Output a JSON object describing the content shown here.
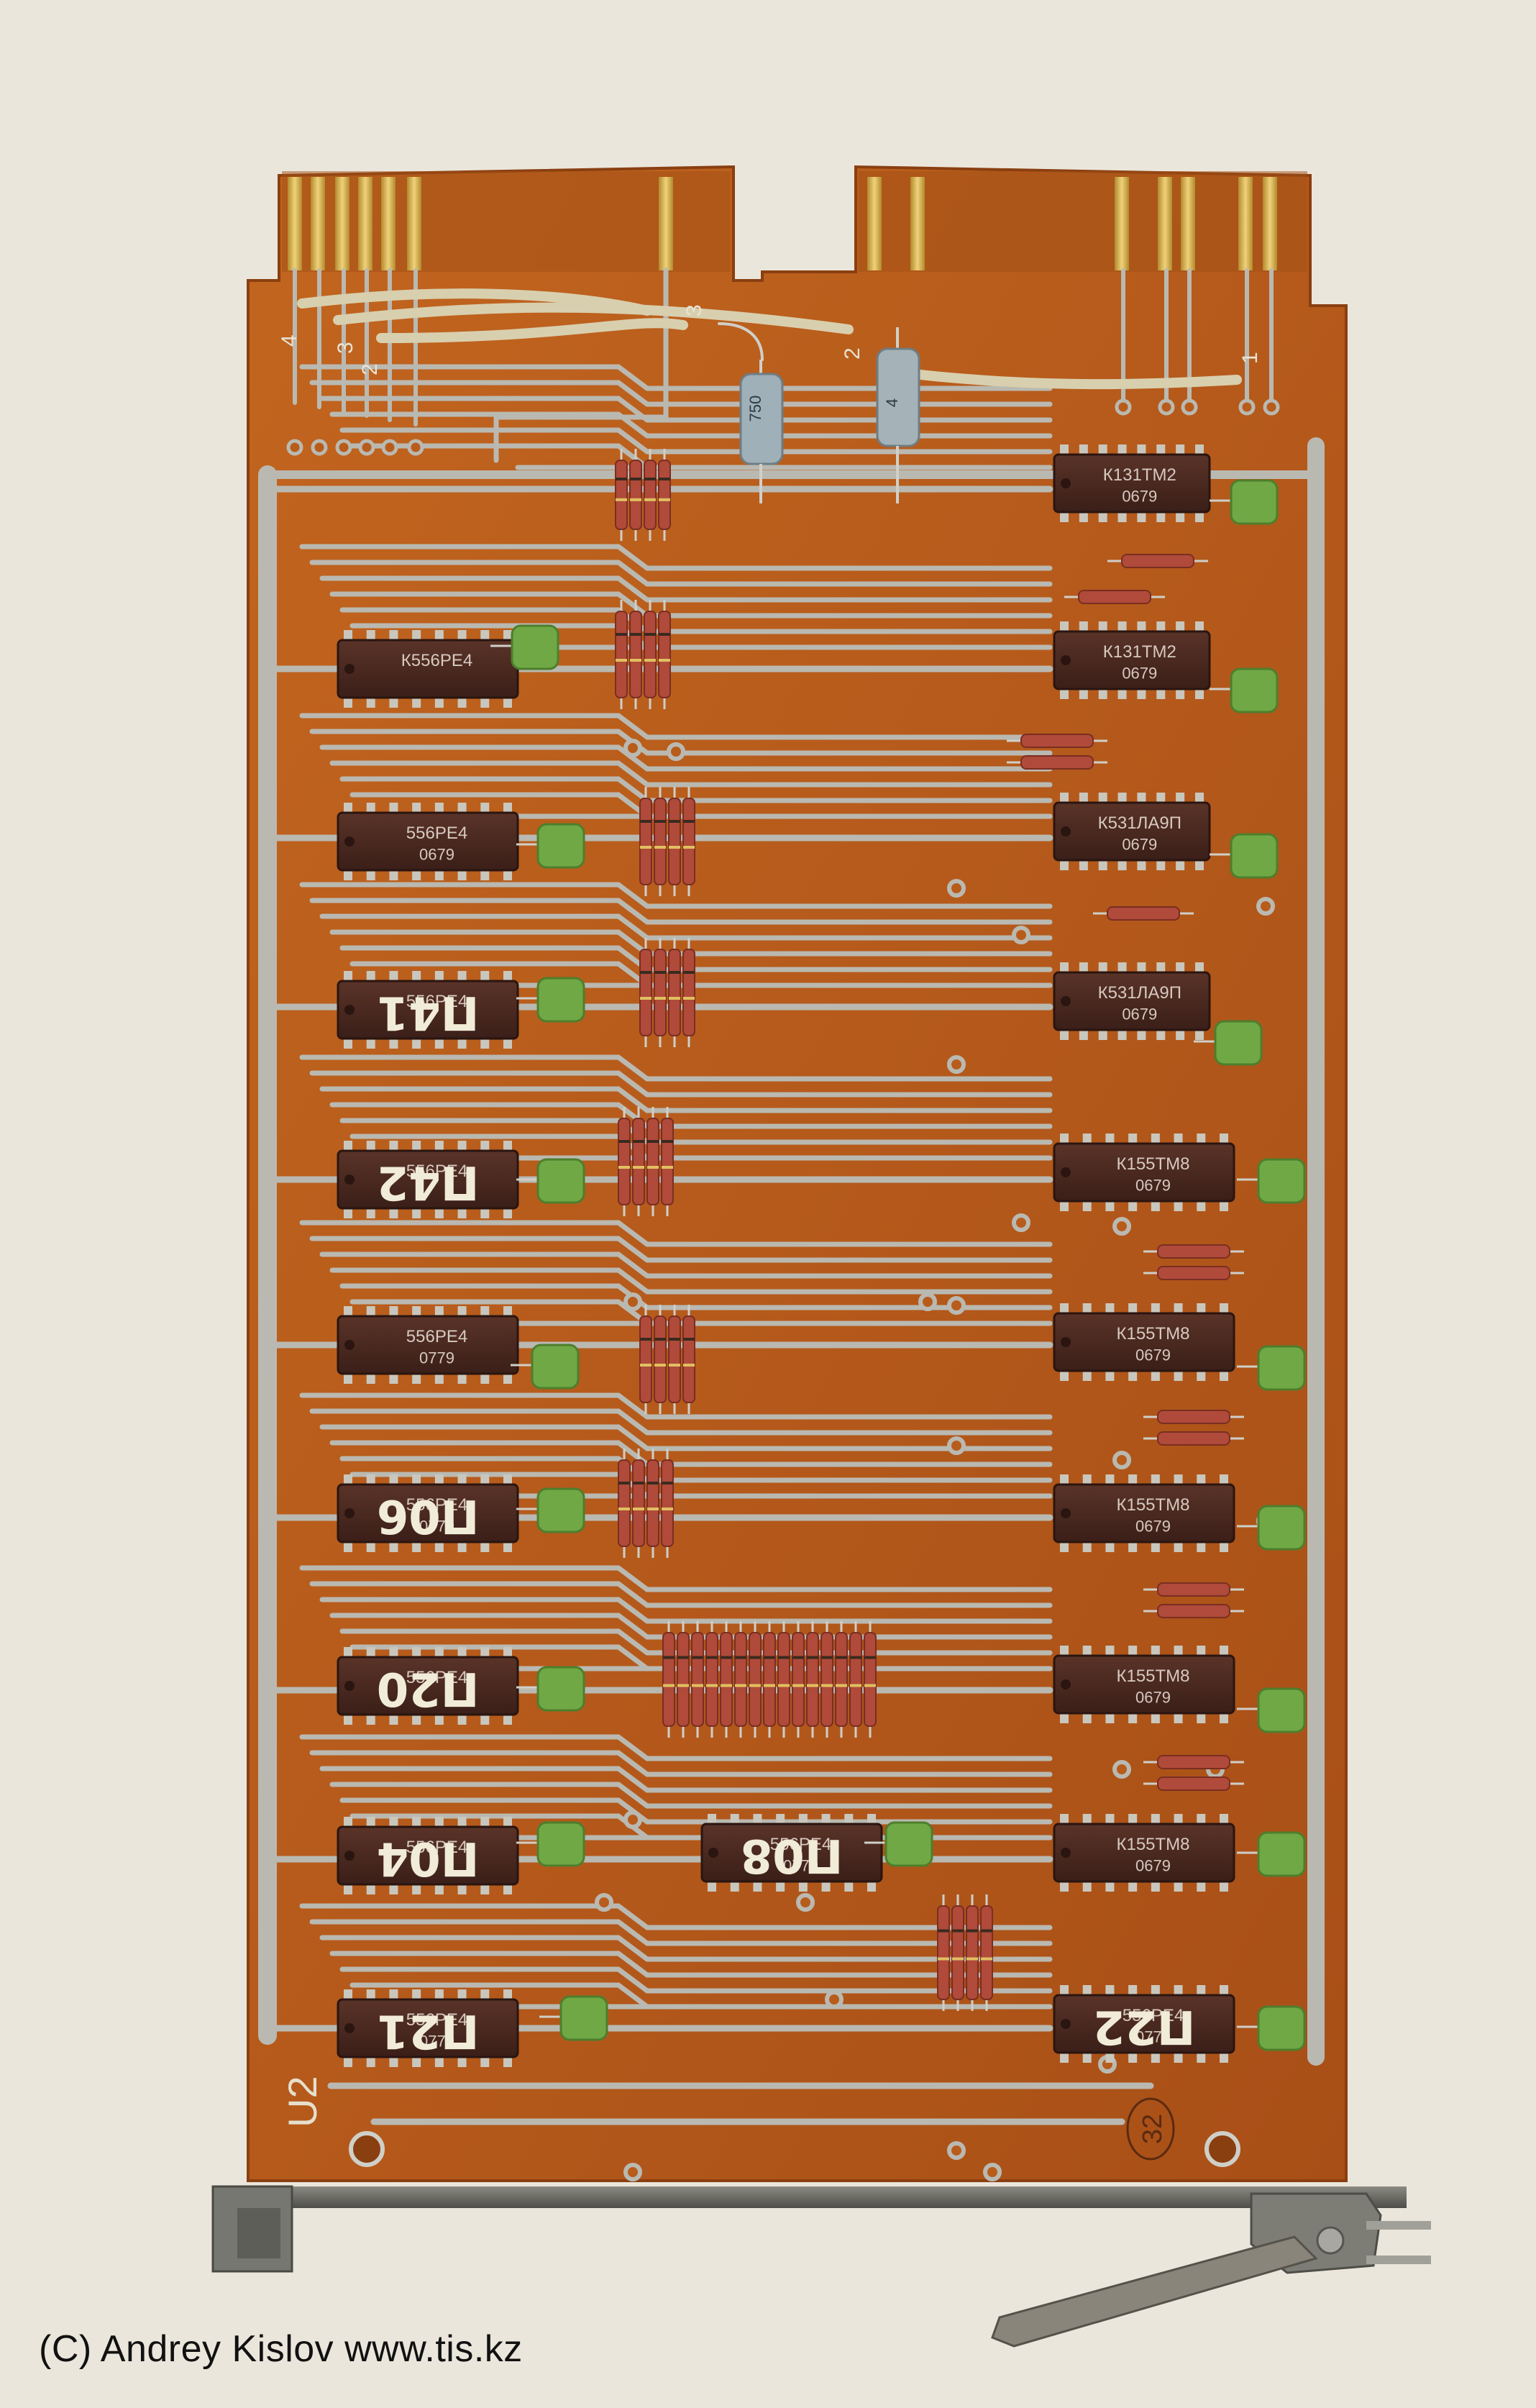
{
  "colors": {
    "background": "#ebe6dc",
    "board": "#b85c1c",
    "board_dark": "#9a4712",
    "trace": "#b9b8b0",
    "gold": "#d8b24a",
    "chip": "#4a2820",
    "cap": "#6fa844",
    "resistor": "#b04a3a",
    "bracket": "#6d6d66"
  },
  "credit": "(C) Andrey Kislov  www.tis.kz",
  "board": {
    "silk_label": "U2",
    "serial_mark": "32",
    "connector_pin_labels": [
      "4",
      "3",
      "2",
      "3",
      "2",
      "1"
    ],
    "capacitor_labels": [
      "750",
      "4"
    ]
  },
  "right_chips": [
    {
      "part": "К131ТМ2",
      "date": "0679"
    },
    {
      "part": "К131ТМ2",
      "date": "0679"
    },
    {
      "part": "К531ЛА9П",
      "date": "0679"
    },
    {
      "part": "К531ЛА9П",
      "date": "0679"
    },
    {
      "part": "К155ТМ8",
      "date": "0679"
    },
    {
      "part": "К155ТМ8",
      "date": "0679"
    },
    {
      "part": "К155ТМ8",
      "date": "0679"
    },
    {
      "part": "К155ТМ8",
      "date": "0679"
    },
    {
      "part": "К155ТМ8",
      "date": "0679"
    }
  ],
  "left_chips": [
    {
      "part": "К556РЕ4",
      "date": "",
      "marking": ""
    },
    {
      "part": "556РЕ4",
      "date": "0679",
      "marking": ""
    },
    {
      "part": "556РЕ4",
      "date": "",
      "marking": "П41"
    },
    {
      "part": "556РЕ4",
      "date": "",
      "marking": "П42"
    },
    {
      "part": "556РЕ4",
      "date": "0779",
      "marking": ""
    },
    {
      "part": "556РЕ4",
      "date": "0779",
      "marking": "П06"
    },
    {
      "part": "556РЕ4",
      "date": "",
      "marking": "П20"
    },
    {
      "part": "556РЕ4",
      "date": "",
      "marking": "П04"
    },
    {
      "part": "556РЕ4",
      "date": "0779",
      "marking": "П21"
    }
  ],
  "center_chip": {
    "part": "556РЕ4",
    "date": "0779",
    "marking": "П08"
  },
  "bottom_right_chip": {
    "part": "556РЕ4",
    "date": "0779",
    "marking": "П22"
  }
}
